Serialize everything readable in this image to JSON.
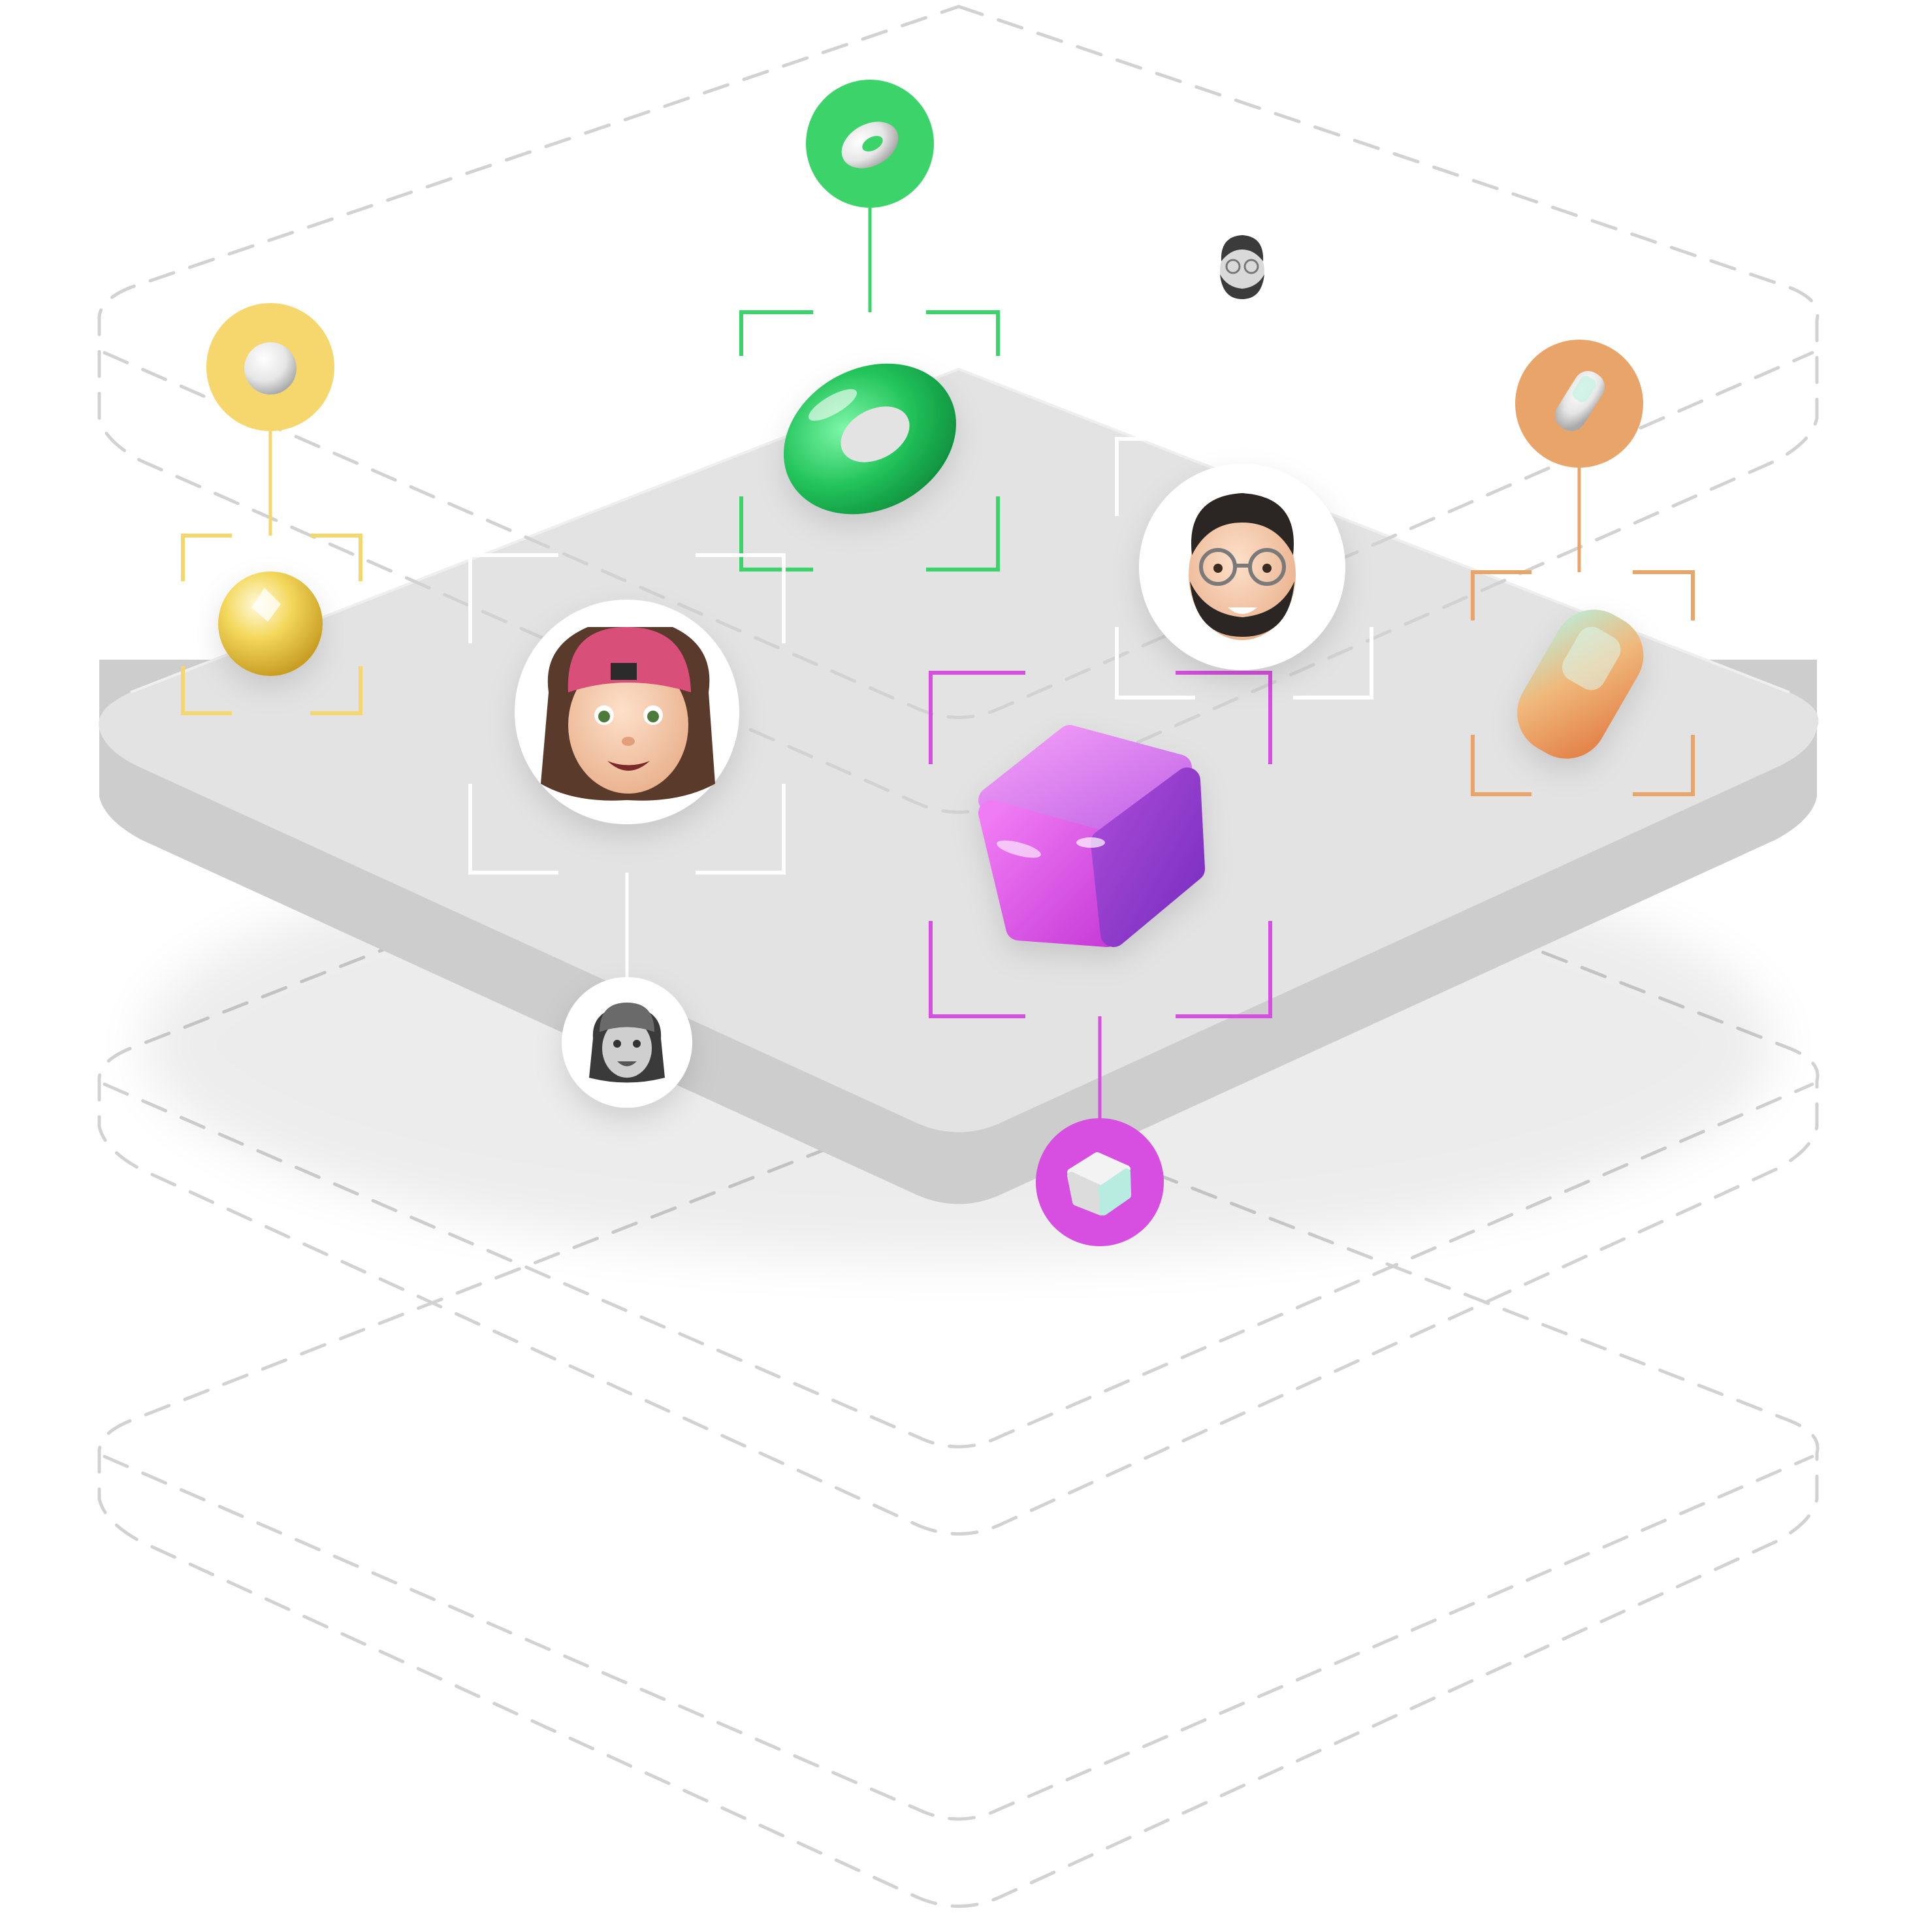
{
  "colors": {
    "background": "#ffffff",
    "platform_top": "#e4e4e4",
    "platform_side": "#cdcdcd",
    "dashed_outline": "#d2d2d2",
    "green": "#3cd46a",
    "yellow": "#f5d76e",
    "orange": "#e9a46a",
    "magenta": "#d64fe0",
    "white_frame": "#ffffff"
  },
  "layers": [
    {
      "name": "top-dashed-layer"
    },
    {
      "name": "solid-platform-layer"
    },
    {
      "name": "middle-dashed-layer"
    },
    {
      "name": "bottom-dashed-layer"
    }
  ],
  "objects": [
    {
      "name": "torus",
      "color_key": "green",
      "shape": "torus-3d",
      "badge_icon": "torus-icon"
    },
    {
      "name": "sphere",
      "color_key": "yellow",
      "shape": "sphere-3d",
      "badge_icon": "sphere-icon"
    },
    {
      "name": "capsule",
      "color_key": "orange",
      "shape": "capsule-3d",
      "badge_icon": "capsule-icon"
    },
    {
      "name": "cube",
      "color_key": "magenta",
      "shape": "cube-3d",
      "badge_icon": "cube-icon"
    },
    {
      "name": "woman-avatar",
      "color_key": "white_frame",
      "shape": "avatar-woman-cap",
      "badge_icon": "woman-avatar-icon"
    },
    {
      "name": "man-avatar",
      "color_key": "white_frame",
      "shape": "avatar-man-glasses",
      "badge_icon": "man-avatar-icon"
    }
  ]
}
